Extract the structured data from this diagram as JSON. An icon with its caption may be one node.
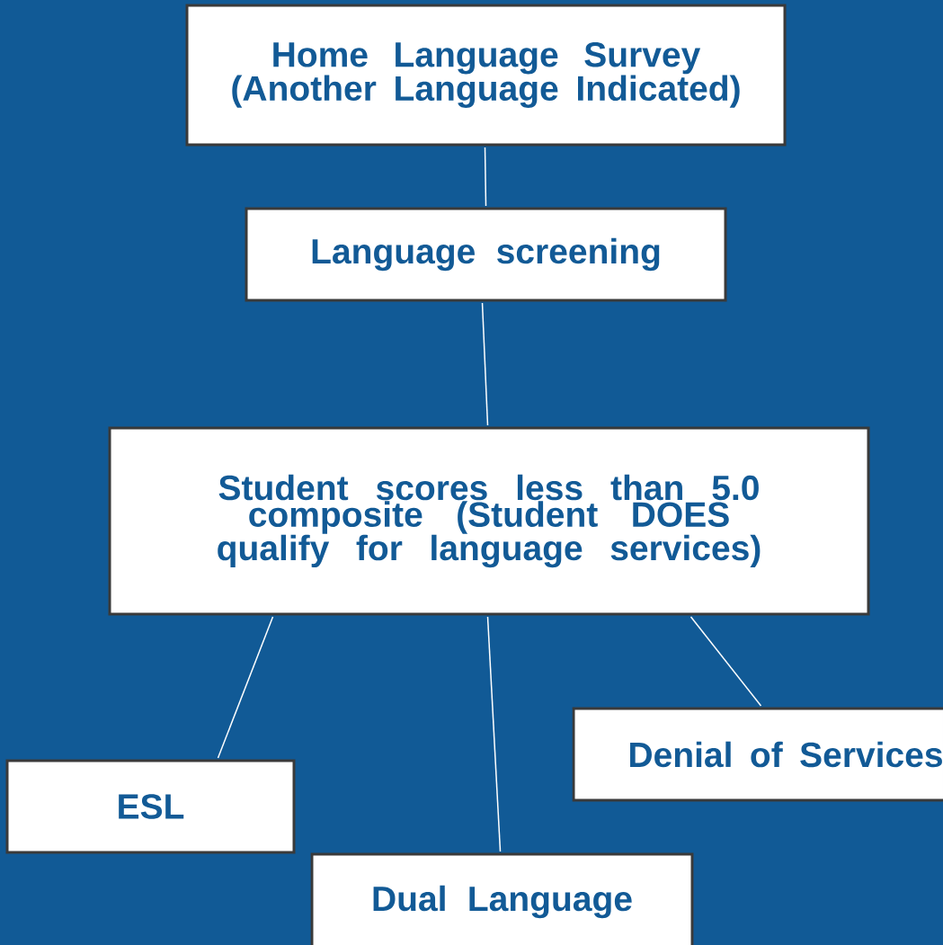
{
  "diagram": {
    "nodes": [
      {
        "text": [
          "Home Language Survey (Another Language Indicated)"
        ]
      },
      {
        "text": [
          "Language screening"
        ]
      },
      {
        "text": [
          "Student scores less than 5.0 composite (Student DOES qualify for language services)"
        ]
      },
      {
        "text": [
          "ESL"
        ]
      },
      {
        "text": [
          "Dual Language"
        ]
      },
      {
        "text": [
          "Denial of Services"
        ]
      }
    ],
    "edges": [
      {
        "from": 0,
        "to": 1,
        "arrow": "none"
      },
      {
        "from": 1,
        "to": 2,
        "arrow": "none"
      },
      {
        "from": 2,
        "to": 3,
        "arrow": "none"
      },
      {
        "from": 2,
        "to": 4,
        "arrow": "none"
      },
      {
        "from": 2,
        "to": 5,
        "arrow": "none"
      }
    ]
  }
}
